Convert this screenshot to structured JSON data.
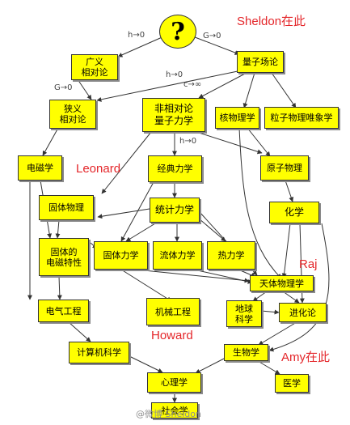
{
  "root_symbol": "?",
  "edge_labels": {
    "h_to_0_left": "h→0",
    "G_to_0_right": "G→0",
    "G_to_0_left": "G→0",
    "h_to_0_mid": "h→0",
    "c_to_inf": "c→∞",
    "h_to_0_classical": "h→0"
  },
  "nodes": {
    "general_relativity": "广义\n相对论",
    "quantum_field_theory": "量子场论",
    "special_relativity": "狭义\n相对论",
    "nonrelativistic_qm": "非相对论\n量子力学",
    "nuclear_physics": "核物理学",
    "particle_physics": "粒子物理唯象学",
    "electromagnetism": "电磁学",
    "classical_mechanics": "经典力学",
    "atomic_physics": "原子物理",
    "solid_state_physics": "固体物理",
    "statistical_mechanics": "统计力学",
    "chemistry": "化学",
    "solid_em_properties": "固体的\n电磁特性",
    "solid_mechanics": "固体力学",
    "fluid_mechanics": "流体力学",
    "thermodynamics": "热力学",
    "astrophysics": "天体物理学",
    "electrical_engineering": "电气工程",
    "mechanical_engineering": "机械工程",
    "earth_science": "地球\n科学",
    "evolution": "进化论",
    "computer_science": "计算机科学",
    "biology": "生物学",
    "psychology": "心理学",
    "medicine": "医学",
    "sociology": "社会学"
  },
  "people": {
    "sheldon": "Sheldon在此",
    "leonard": "Leonard",
    "raj": "Raj",
    "howard": "Howard",
    "amy": "Amy在此"
  },
  "watermark": "@微博 Sheldon",
  "colors": {
    "node_fill": "#ffff00",
    "edge": "#333333",
    "person_label": "#e4262a"
  }
}
